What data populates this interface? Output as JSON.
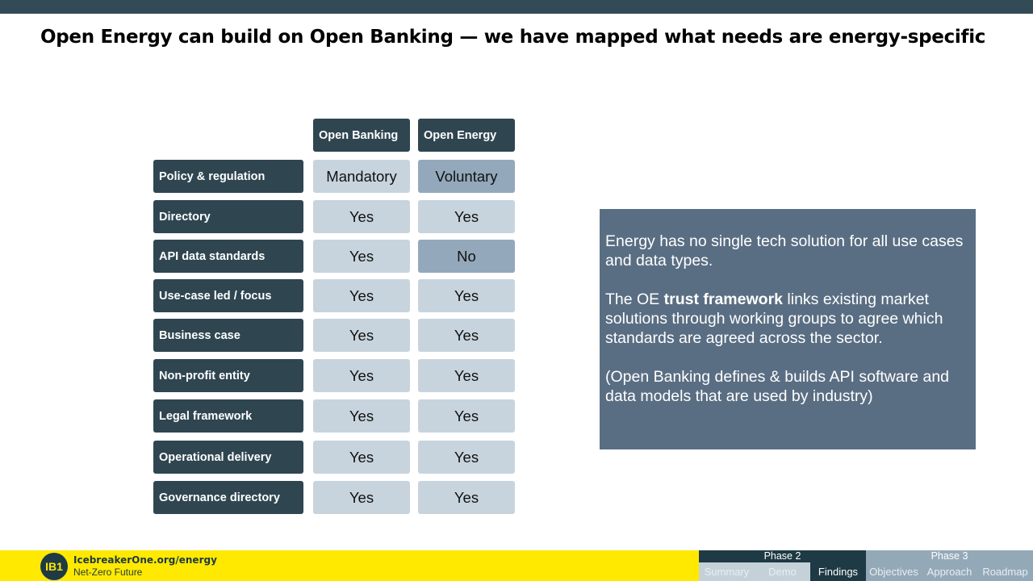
{
  "title": "Open Energy can build on Open Banking — we have mapped what needs are energy-specific",
  "table": {
    "headers": [
      "Open Banking",
      "Open Energy"
    ],
    "rows": [
      {
        "label": "Policy & regulation",
        "banking": "Mandatory",
        "energy": "Voluntary",
        "energy_highlight": true
      },
      {
        "label": "Directory",
        "banking": "Yes",
        "energy": "Yes",
        "energy_highlight": false
      },
      {
        "label": "API data standards",
        "banking": "Yes",
        "energy": "No",
        "energy_highlight": true
      },
      {
        "label": "Use-case led / focus",
        "banking": "Yes",
        "energy": "Yes",
        "energy_highlight": false
      },
      {
        "label": "Business case",
        "banking": "Yes",
        "energy": "Yes",
        "energy_highlight": false
      },
      {
        "label": "Non-profit entity",
        "banking": "Yes",
        "energy": "Yes",
        "energy_highlight": false
      },
      {
        "label": "Legal framework",
        "banking": "Yes",
        "energy": "Yes",
        "energy_highlight": false
      },
      {
        "label": "Operational delivery",
        "banking": "Yes",
        "energy": "Yes",
        "energy_highlight": false
      },
      {
        "label": "Governance directory",
        "banking": "Yes",
        "energy": "Yes",
        "energy_highlight": false
      }
    ]
  },
  "note": {
    "p1": "Energy has no single tech solution for all use cases and data types.",
    "p2_pre": "The OE ",
    "p2_bold": "trust framework",
    "p2_post": " links existing market solutions through working groups to agree which standards are agreed across the sector.",
    "p3": "(Open Banking defines & builds API software and data models that are used by industry)"
  },
  "footer": {
    "logo": "IB1",
    "site": "IcebreakerOne.org/energy",
    "tagline": "Net-Zero Future"
  },
  "nav": {
    "phase2": "Phase 2",
    "phase3": "Phase 3",
    "items": [
      "Summary",
      "Demo",
      "Findings",
      "Objectives",
      "Approach",
      "Roadmap"
    ],
    "active": "Findings"
  }
}
